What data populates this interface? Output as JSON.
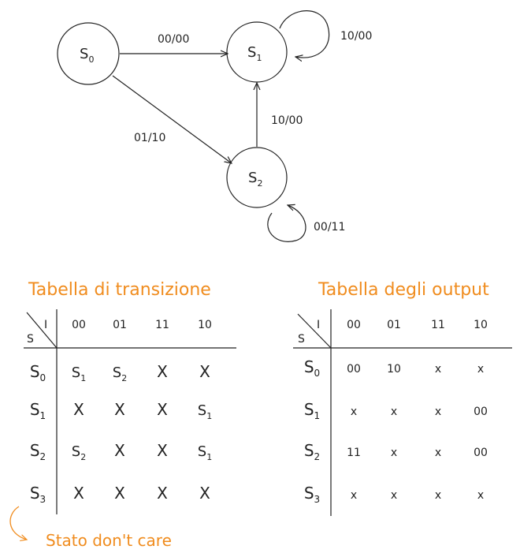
{
  "colors": {
    "ink": "#222222",
    "accent": "#f08c1e",
    "background": "#ffffff"
  },
  "diagram": {
    "states": [
      {
        "id": "S0",
        "base": "S",
        "sub": "0"
      },
      {
        "id": "S1",
        "base": "S",
        "sub": "1"
      },
      {
        "id": "S2",
        "base": "S",
        "sub": "2"
      }
    ],
    "transitions": [
      {
        "from": "S0",
        "to": "S1",
        "label": "00/00"
      },
      {
        "from": "S0",
        "to": "S2",
        "label": "01/10"
      },
      {
        "from": "S2",
        "to": "S1",
        "label": "10/00"
      },
      {
        "from": "S1",
        "to": "S1",
        "label": "10/00"
      },
      {
        "from": "S2",
        "to": "S2",
        "label": "00/11"
      }
    ]
  },
  "transition_table": {
    "title": "Tabella di transizione",
    "corner_input": "I",
    "corner_state": "S",
    "columns": [
      "00",
      "01",
      "11",
      "10"
    ],
    "rows": [
      {
        "base": "S",
        "sub": "0",
        "cells": [
          {
            "base": "S",
            "sub": "1"
          },
          {
            "base": "S",
            "sub": "2"
          },
          {
            "base": "X",
            "sub": ""
          },
          {
            "base": "X",
            "sub": ""
          }
        ]
      },
      {
        "base": "S",
        "sub": "1",
        "cells": [
          {
            "base": "X",
            "sub": ""
          },
          {
            "base": "X",
            "sub": ""
          },
          {
            "base": "X",
            "sub": ""
          },
          {
            "base": "S",
            "sub": "1"
          }
        ]
      },
      {
        "base": "S",
        "sub": "2",
        "cells": [
          {
            "base": "S",
            "sub": "2"
          },
          {
            "base": "X",
            "sub": ""
          },
          {
            "base": "X",
            "sub": ""
          },
          {
            "base": "S",
            "sub": "1"
          }
        ]
      },
      {
        "base": "S",
        "sub": "3",
        "cells": [
          {
            "base": "X",
            "sub": ""
          },
          {
            "base": "X",
            "sub": ""
          },
          {
            "base": "X",
            "sub": ""
          },
          {
            "base": "X",
            "sub": ""
          }
        ]
      }
    ]
  },
  "output_table": {
    "title": "Tabella degli output",
    "corner_input": "I",
    "corner_state": "S",
    "columns": [
      "00",
      "01",
      "11",
      "10"
    ],
    "rows": [
      {
        "base": "S",
        "sub": "0",
        "cells": [
          "00",
          "10",
          "x",
          "x"
        ]
      },
      {
        "base": "S",
        "sub": "1",
        "cells": [
          "x",
          "x",
          "x",
          "00"
        ]
      },
      {
        "base": "S",
        "sub": "2",
        "cells": [
          "11",
          "x",
          "x",
          "00"
        ]
      },
      {
        "base": "S",
        "sub": "3",
        "cells": [
          "x",
          "x",
          "x",
          "x"
        ]
      }
    ]
  },
  "note": {
    "text": "Stato don't care"
  }
}
